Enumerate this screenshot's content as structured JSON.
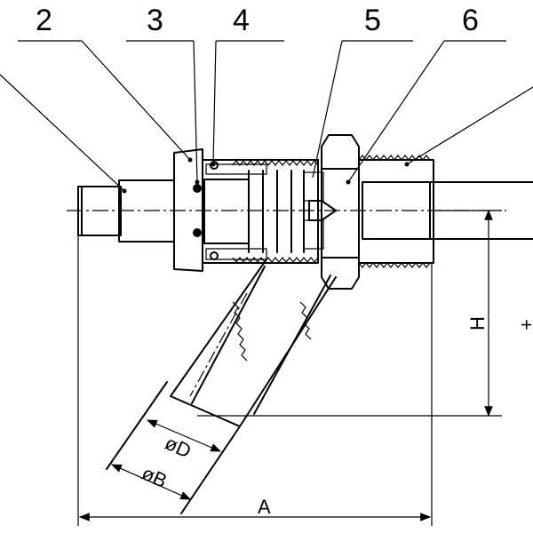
{
  "callouts": [
    "2",
    "3",
    "4",
    "5",
    "6"
  ],
  "dimensions": {
    "a": "A",
    "h": "H",
    "d": "øD",
    "b": "øB"
  },
  "colors": {
    "ink": "#000000",
    "paper": "#ffffff"
  }
}
